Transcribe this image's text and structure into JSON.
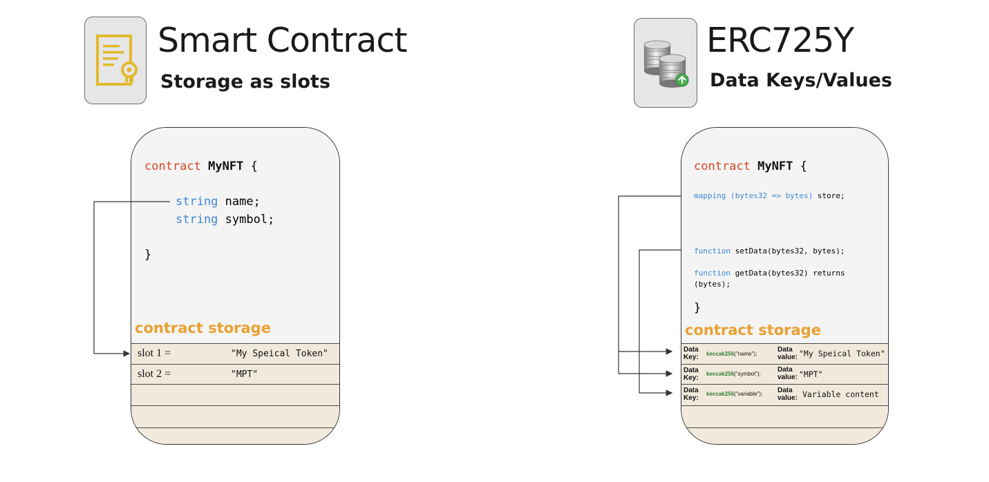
{
  "left": {
    "title": "Smart Contract",
    "subtitle": "Storage as slots",
    "icon": "certificate-document-icon",
    "code": {
      "keyword": "contract",
      "name": "MyNFT",
      "open_brace": "{",
      "lines": [
        {
          "type": "string",
          "text": " name;"
        },
        {
          "type": "string",
          "text": " symbol;"
        }
      ],
      "close_brace": "}"
    },
    "storage_label": "contract storage",
    "slots": [
      {
        "label": "slot 1 =",
        "value": "\"My Speical Token\""
      },
      {
        "label": "slot 2 =",
        "value": "\"MPT\""
      }
    ]
  },
  "right": {
    "title": "ERC725Y",
    "subtitle": "Data Keys/Values",
    "icon": "database-icon",
    "code": {
      "keyword": "contract",
      "name": "MyNFT",
      "open_brace": "{",
      "mapping_kw": "mapping (bytes32 => bytes)",
      "mapping_rest": " store;",
      "set_kw": "function",
      "set_rest": " setData(bytes32, bytes);",
      "get_kw": "function",
      "get_rest": " getData(bytes32) returns",
      "get_rest2": "(bytes);",
      "close_brace": "}"
    },
    "storage_label": "contract storage",
    "rows": [
      {
        "key_label": "Data Key:",
        "fn": "keccak256",
        "arg": "(\"name\");",
        "value_label": "Data value:",
        "value": "\"My Speical Token\""
      },
      {
        "key_label": "Data Key:",
        "fn": "keccak256",
        "arg": "(\"symbol\");",
        "value_label": "Data value:",
        "value": "\"MPT\""
      },
      {
        "key_label": "Data Key:",
        "fn": "keccak256",
        "arg": "(\"variable\");",
        "value_label": "Data value:",
        "value": "Variable content"
      }
    ]
  },
  "colors": {
    "keyword_red": "#d7462b",
    "keyword_blue": "#3e86d6",
    "storage_orange": "#e9a031",
    "storage_bg": "#f1e9dc",
    "card_bg": "#f3f4f3",
    "keccak_green": "#2e7d32"
  }
}
